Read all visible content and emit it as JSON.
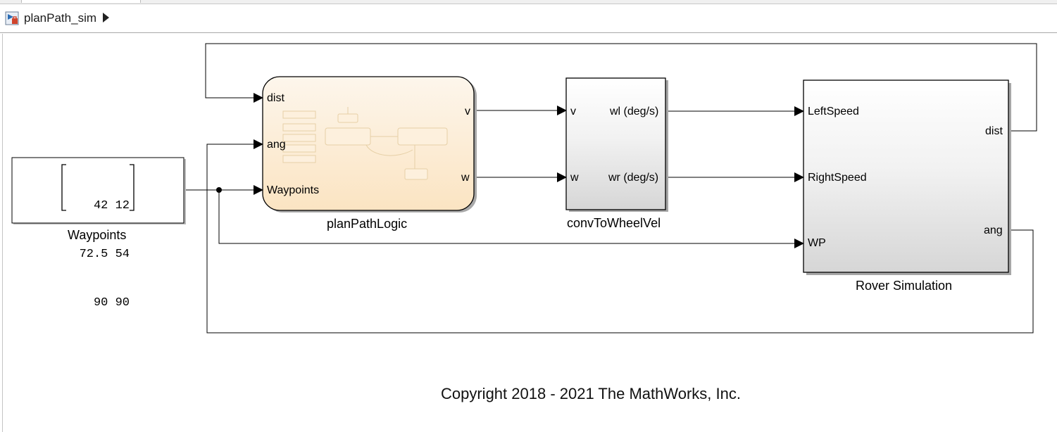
{
  "breadcrumb": {
    "model_name": "planPath_sim",
    "expand_icon": "triangle-right-icon",
    "model_icon": "simulink-model-icon"
  },
  "blocks": {
    "waypoints": {
      "label": "Waypoints",
      "matrix": [
        [
          "42",
          "12"
        ],
        [
          "72.5",
          "54"
        ],
        [
          "90",
          "90"
        ]
      ]
    },
    "plan_path_logic": {
      "label": "planPathLogic",
      "inputs": [
        "dist",
        "ang",
        "Waypoints"
      ],
      "outputs": [
        "v",
        "w"
      ],
      "icon": "stateflow-chart-icon"
    },
    "conv_to_wheel_vel": {
      "label": "convToWheelVel",
      "inputs": [
        "v",
        "w"
      ],
      "outputs": [
        "wl (deg/s)",
        "wr (deg/s)"
      ]
    },
    "rover_simulation": {
      "label": "Rover Simulation",
      "inputs": [
        "LeftSpeed",
        "RightSpeed",
        "WP"
      ],
      "outputs": [
        "dist",
        "ang"
      ]
    }
  },
  "footer": {
    "copyright": "Copyright 2018 - 2021 The MathWorks, Inc."
  },
  "colors": {
    "chart_fill_top": "#fdf3e4",
    "chart_fill_bottom": "#fbe6c6",
    "subsystem_fill_bottom": "#d9d9d9",
    "line": "#000000"
  }
}
